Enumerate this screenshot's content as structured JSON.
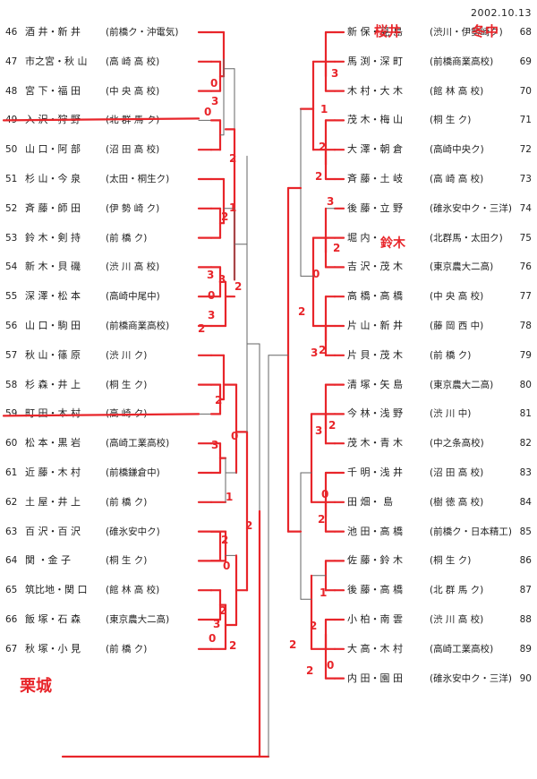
{
  "date": "2002.10.13",
  "left_entries": [
    {
      "num": "46",
      "name": "酒 井・新 井",
      "team": "(前橋ク・沖電気)"
    },
    {
      "num": "47",
      "name": "市之宮・秋 山",
      "team": "(高 崎 高 校)"
    },
    {
      "num": "48",
      "name": "宮 下・福 田",
      "team": "(中 央 高 校)"
    },
    {
      "num": "49",
      "name": "入 沢・狩 野",
      "team": "(北 群 馬 ク)"
    },
    {
      "num": "50",
      "name": "山 口・阿 部",
      "team": "(沼 田 高 校)"
    },
    {
      "num": "51",
      "name": "杉 山・今 泉",
      "team": "(太田・桐生ク)"
    },
    {
      "num": "52",
      "name": "斉 藤・師 田",
      "team": "(伊 勢 崎 ク)"
    },
    {
      "num": "53",
      "name": "鈴 木・剣 持",
      "team": "(前  橋  ク)"
    },
    {
      "num": "54",
      "name": "新 木・貝 磯",
      "team": "(渋 川 高 校)"
    },
    {
      "num": "55",
      "name": "深 澤・松 本",
      "team": "(高崎中尾中)"
    },
    {
      "num": "56",
      "name": "山 口・駒 田",
      "team": "(前橋商業高校)"
    },
    {
      "num": "57",
      "name": "秋 山・篠 原",
      "team": "(渋   川   ク)"
    },
    {
      "num": "58",
      "name": "杉 森・井 上",
      "team": "(桐   生   ク)"
    },
    {
      "num": "59",
      "name": "町 田・木 村",
      "team": "(高   崎   ク)"
    },
    {
      "num": "60",
      "name": "松 本・黒 岩",
      "team": "(高崎工業高校)"
    },
    {
      "num": "61",
      "name": "近 藤・木 村",
      "team": "(前橋鎌倉中)"
    },
    {
      "num": "62",
      "name": "土 屋・井 上",
      "team": "(前   橋   ク)"
    },
    {
      "num": "63",
      "name": "百 沢・百 沢",
      "team": "(碓氷安中ク)"
    },
    {
      "num": "64",
      "name": "関 ・金 子",
      "team": "(桐   生   ク)"
    },
    {
      "num": "65",
      "name": "筑比地・関 口",
      "team": "(館 林 高 校)"
    },
    {
      "num": "66",
      "name": "飯 塚・石 森",
      "team": "(東京農大二高)"
    },
    {
      "num": "67",
      "name": "秋 塚・小 見",
      "team": "(前   橋   ク)"
    }
  ],
  "right_entries": [
    {
      "num": "68",
      "name": "新 保・見 島",
      "team": "(渋川・伊勢崎ク)"
    },
    {
      "num": "69",
      "name": "馬 渕・深 町",
      "team": "(前橋商業高校)"
    },
    {
      "num": "70",
      "name": "木 村・大 木",
      "team": "(館 林 高 校)"
    },
    {
      "num": "71",
      "name": "茂 木・梅 山",
      "team": "(桐   生   ク)"
    },
    {
      "num": "72",
      "name": "大 澤・朝 倉",
      "team": "(高崎中央ク)"
    },
    {
      "num": "73",
      "name": "斉 藤・土 岐",
      "team": "(高 崎 高 校)"
    },
    {
      "num": "74",
      "name": "後 藤・立 野",
      "team": "(碓氷安中ク・三洋)"
    },
    {
      "num": "75",
      "name": "堀 内・",
      "team": "(北群馬・太田ク)"
    },
    {
      "num": "76",
      "name": "吉 沢・茂 木",
      "team": "(東京農大二高)"
    },
    {
      "num": "77",
      "name": "高 橋・高 橋",
      "team": "(中 央 高 校)"
    },
    {
      "num": "78",
      "name": "片 山・新 井",
      "team": "(藤 岡 西 中)"
    },
    {
      "num": "79",
      "name": "片 貝・茂 木",
      "team": "(前   橋   ク)"
    },
    {
      "num": "80",
      "name": "清 塚・矢 島",
      "team": "(東京農大二高)"
    },
    {
      "num": "81",
      "name": "今 林・浅 野",
      "team": "(渋   川   中)"
    },
    {
      "num": "82",
      "name": "茂 木・青 木",
      "team": "(中之条高校)"
    },
    {
      "num": "83",
      "name": "千 明・浅 井",
      "team": "(沼 田 高 校)"
    },
    {
      "num": "84",
      "name": "田 畑・ 島",
      "team": "(樹 徳 高 校)"
    },
    {
      "num": "85",
      "name": "池 田・高 橋",
      "team": "(前橋ク・日本精工)"
    },
    {
      "num": "86",
      "name": "佐 藤・鈴 木",
      "team": "(桐   生   ク)"
    },
    {
      "num": "87",
      "name": "後 藤・高 橋",
      "team": "(北 群 馬 ク)"
    },
    {
      "num": "88",
      "name": "小 柏・南 雲",
      "team": "(渋 川 高 校)"
    },
    {
      "num": "89",
      "name": "大 高・木 村",
      "team": "(高崎工業高校)"
    },
    {
      "num": "90",
      "name": "内 田・園 田",
      "team": "(碓氷安中ク・三洋)"
    }
  ],
  "handwriting": {
    "note_top_1": "桜井",
    "note_top_2": "冬中",
    "note_right": "鈴木",
    "note_bottom_left": "栗城",
    "scores": [
      "0",
      "3",
      "0",
      "2",
      "1",
      "2",
      "3",
      "0",
      "3",
      "2",
      "3",
      "2",
      "0",
      "2",
      "3",
      "1",
      "2",
      "0",
      "2",
      "3",
      "0",
      "2",
      "2",
      "3",
      "1",
      "2",
      "2",
      "3",
      "2",
      "0",
      "2",
      "2",
      "3",
      "3",
      "2",
      "0",
      "2",
      "1",
      "2",
      "2",
      "0",
      "2"
    ]
  },
  "colors": {
    "ink": "#2a2a2a",
    "bracket": "#666666",
    "marker": "#e8252a"
  }
}
